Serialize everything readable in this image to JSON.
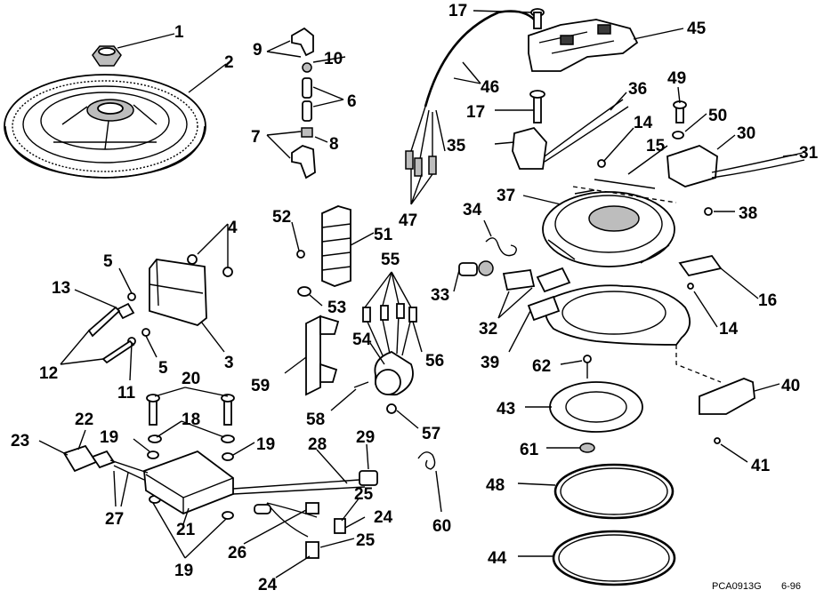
{
  "diagram": {
    "callouts": [
      "1",
      "2",
      "3",
      "4",
      "5",
      "5",
      "6",
      "7",
      "8",
      "9",
      "10",
      "11",
      "12",
      "13",
      "14",
      "14",
      "15",
      "16",
      "17",
      "17",
      "18",
      "19",
      "19",
      "19",
      "20",
      "21",
      "22",
      "23",
      "24",
      "24",
      "25",
      "25",
      "26",
      "27",
      "28",
      "29",
      "30",
      "31",
      "32",
      "33",
      "34",
      "35",
      "36",
      "37",
      "38",
      "39",
      "40",
      "41",
      "43",
      "44",
      "45",
      "46",
      "47",
      "48",
      "49",
      "50",
      "51",
      "52",
      "53",
      "54",
      "55",
      "56",
      "57",
      "58",
      "59",
      "60",
      "61",
      "62"
    ],
    "caption_code": "PCA0913G",
    "caption_date": "6-96"
  }
}
